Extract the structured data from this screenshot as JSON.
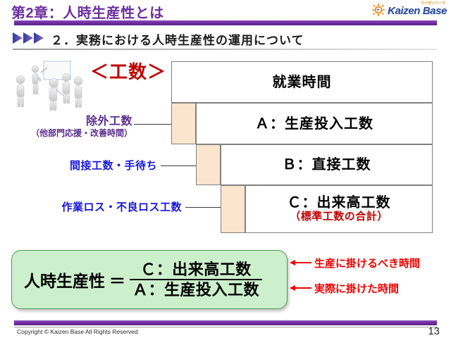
{
  "header": {
    "title": "第2章：人時生産性とは",
    "logo": {
      "katakana": "カイゼンベース",
      "word": "Kaizen Base",
      "mark_name": "gear-sun-logo-icon"
    },
    "bar_color": "#6b2a9c"
  },
  "section": {
    "arrows_icon": "triple-chevron-right-icon",
    "heading": "２．実務における人時生産性の運用について"
  },
  "illustration": {
    "name": "meeting-presentation-illustration",
    "alt": "3Dの人物が白板の前で会議をしているイラスト"
  },
  "diagram": {
    "title": "＜工数＞",
    "title_color": "#c00000",
    "callouts": [
      {
        "main": "除外工数",
        "sub": "（他部門応援・改善時間）",
        "color": "#5b2d8e"
      },
      {
        "main": "間接工数・手待ち",
        "sub": "",
        "color": "#1616d8"
      },
      {
        "main": "作業ロス・不良ロス工数",
        "sub": "",
        "color": "#1616d8"
      }
    ],
    "bars": [
      {
        "label": "就業時間",
        "sub": ""
      },
      {
        "label": "Ａ：生産投入工数",
        "sub": ""
      },
      {
        "label": "Ｂ：直接工数",
        "sub": ""
      },
      {
        "label": "Ｃ：出来高工数",
        "sub": "（標準工数の合計）"
      }
    ],
    "block_color": "#fbe5cd",
    "border_color": "#808080"
  },
  "formula": {
    "lhs": "人時生産性",
    "equals": "＝",
    "numerator": "Ｃ：出来高工数",
    "denominator": "Ａ：生産投入工数",
    "box_fill": "#ccf0cc",
    "box_border": "#4f9a4f",
    "notes": [
      {
        "text": "生産に掛けるべき時間",
        "color": "#ee0000"
      },
      {
        "text": "実際に掛けた時間",
        "color": "#ee0000"
      }
    ]
  },
  "footer": {
    "copyright": "Copyright ©  Kaizen Base  All Rights Reserved.",
    "page_number": "13"
  }
}
